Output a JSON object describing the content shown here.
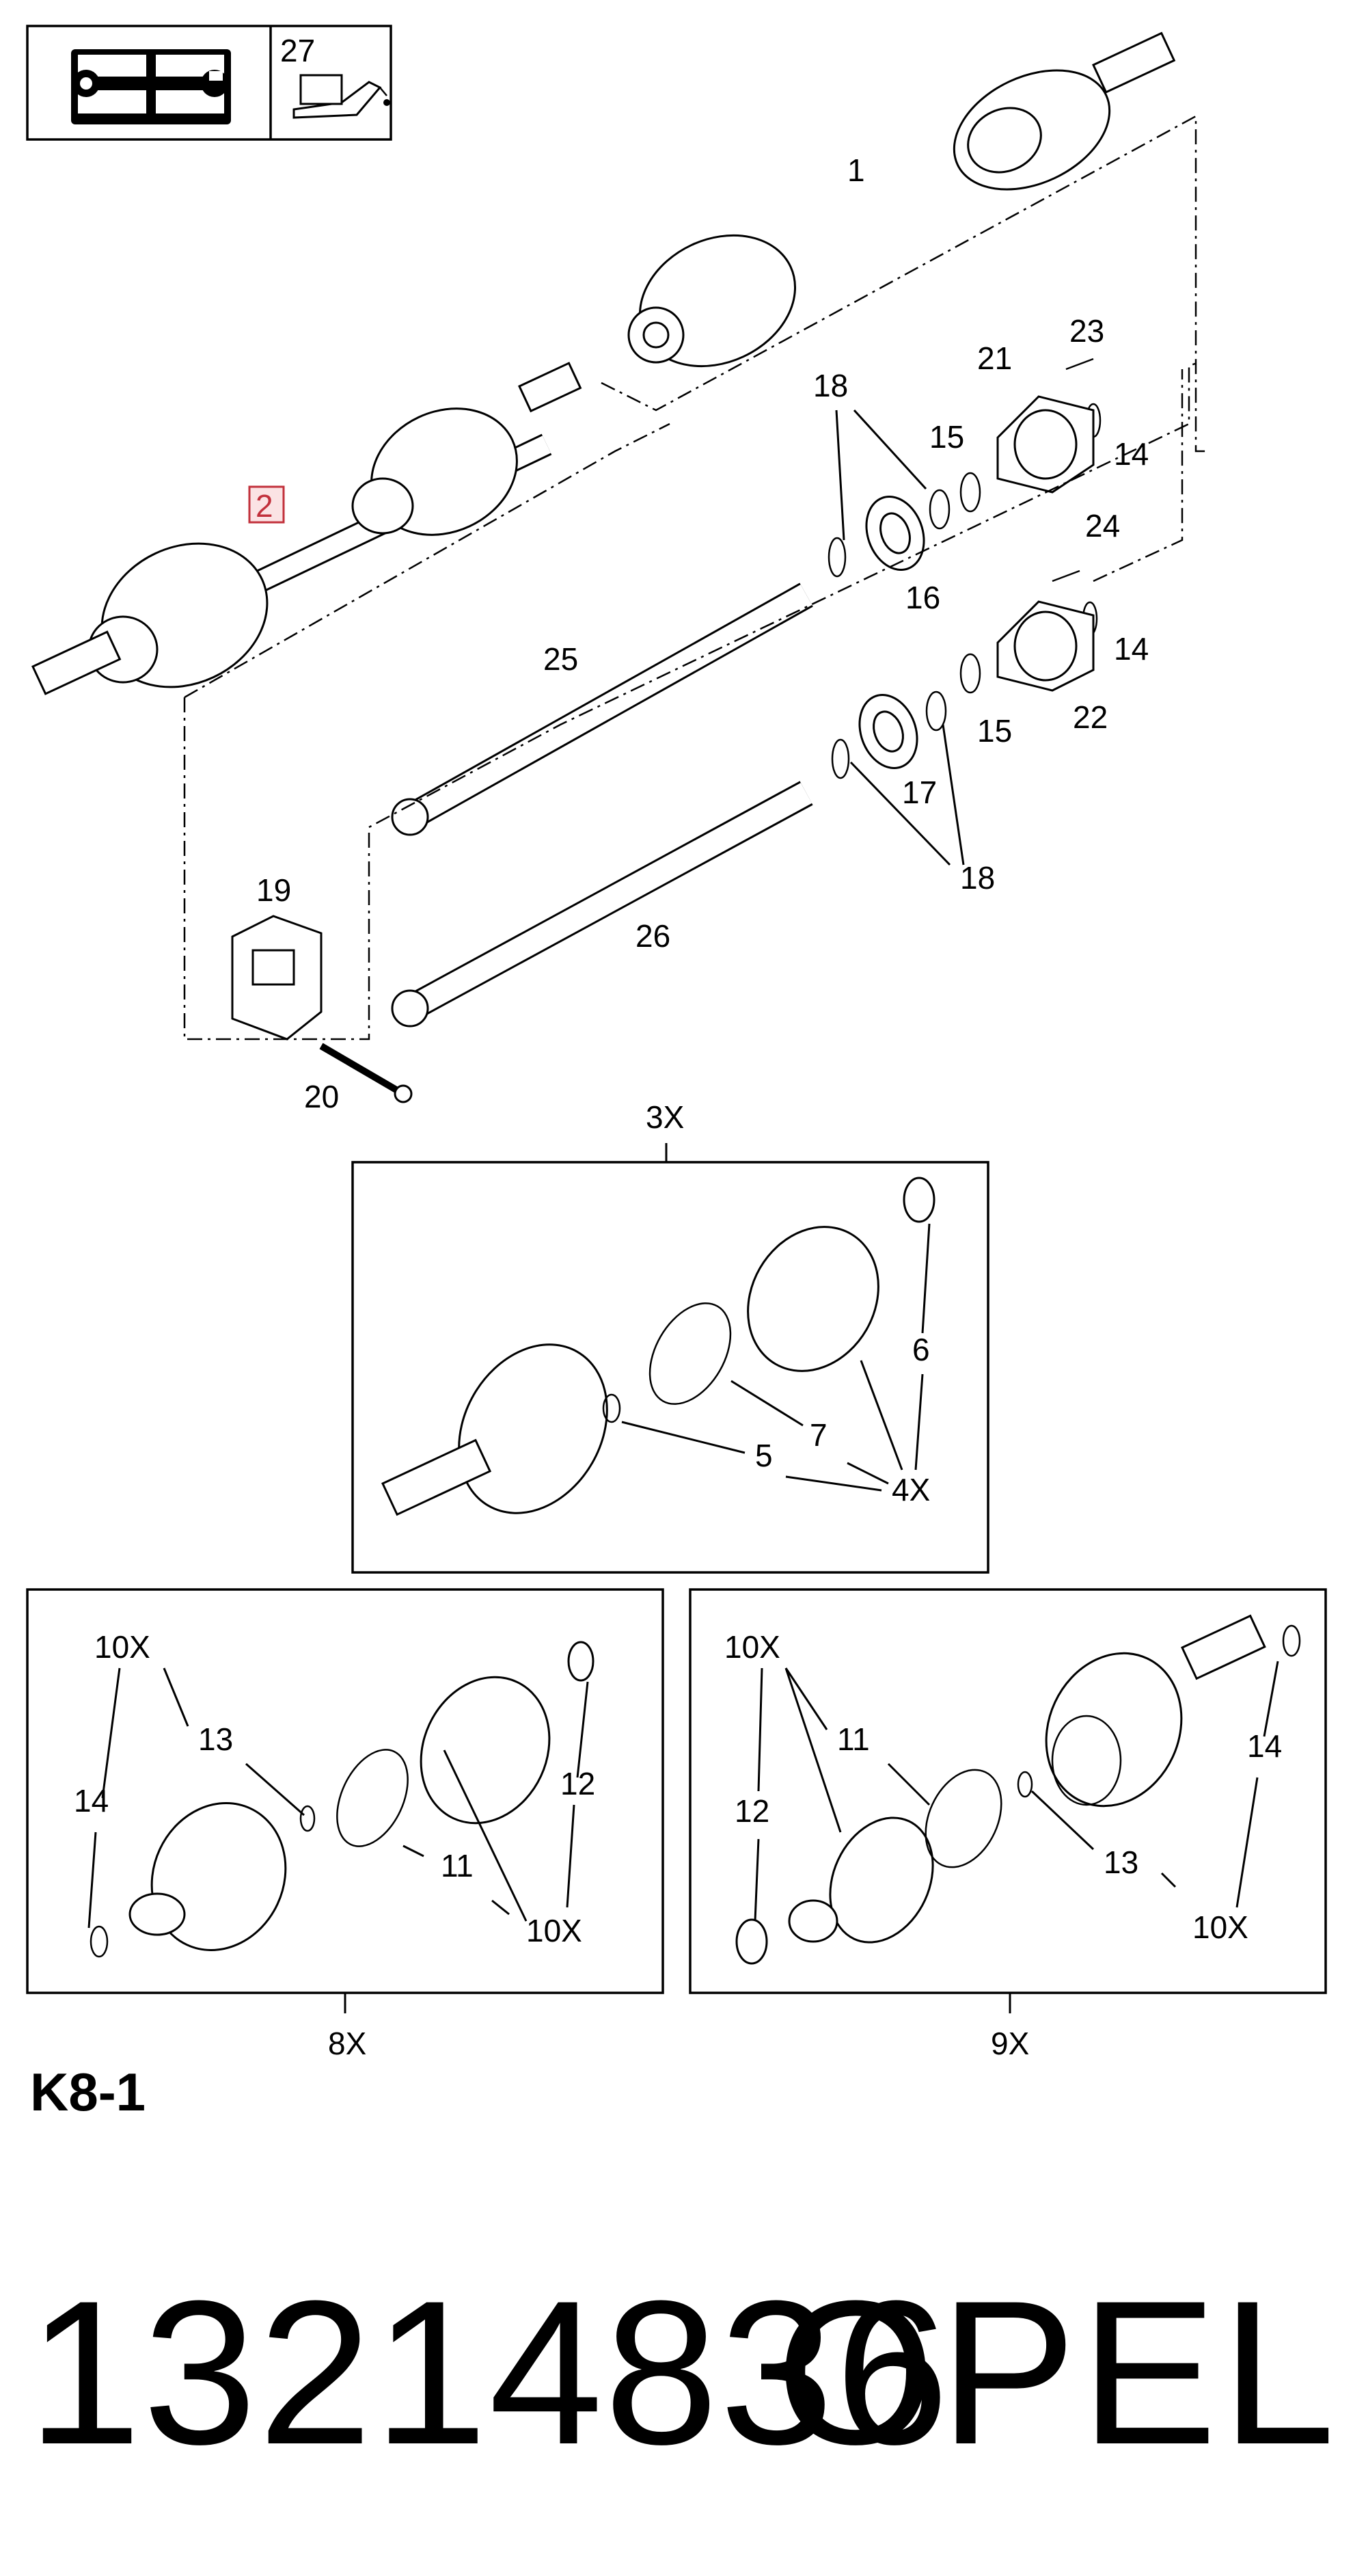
{
  "header_icons": {
    "manual_icon": "repair-manual-icon",
    "oil_icon": "oil-can-icon",
    "oil_label": "27"
  },
  "callouts": {
    "c1": "1",
    "c2": "2",
    "c14a": "14",
    "c14b": "14",
    "c15a": "15",
    "c15b": "15",
    "c16": "16",
    "c17": "17",
    "c18a": "18",
    "c18b": "18",
    "c19": "19",
    "c20": "20",
    "c21": "21",
    "c22": "22",
    "c23": "23",
    "c24": "24",
    "c25": "25",
    "c26": "26"
  },
  "kit_3x": {
    "title": "3X",
    "c5": "5",
    "c6": "6",
    "c7": "7",
    "c4x": "4X"
  },
  "kit_8x": {
    "title": "8X",
    "c10x_top": "10X",
    "c13": "13",
    "c14": "14",
    "c11": "11",
    "c12": "12",
    "c10x_bottom": "10X"
  },
  "kit_9x": {
    "title": "9X",
    "c10x_top": "10X",
    "c11": "11",
    "c12": "12",
    "c13": "13",
    "c14": "14",
    "c10x_bottom": "10X"
  },
  "highlight_color": "#c2303b",
  "section_code": "K8-1",
  "part_number": "13214836",
  "brand": "OPEL"
}
